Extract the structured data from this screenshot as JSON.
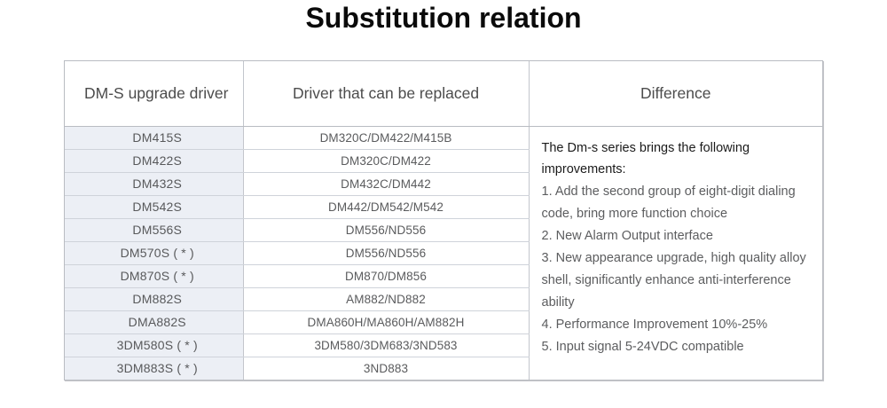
{
  "page": {
    "title": "Substitution relation"
  },
  "table": {
    "headers": [
      "DM-S upgrade driver",
      "Driver that can be replaced",
      "Difference"
    ],
    "rows": [
      {
        "model": "DM415S",
        "replaced": "DM320C/DM422/M415B"
      },
      {
        "model": "DM422S",
        "replaced": "DM320C/DM422"
      },
      {
        "model": "DM432S",
        "replaced": "DM432C/DM442"
      },
      {
        "model": "DM542S",
        "replaced": "DM442/DM542/M542"
      },
      {
        "model": "DM556S",
        "replaced": "DM556/ND556"
      },
      {
        "model": "DM570S ( * )",
        "replaced": "DM556/ND556"
      },
      {
        "model": "DM870S ( * )",
        "replaced": "DM870/DM856"
      },
      {
        "model": "DM882S",
        "replaced": "AM882/ND882"
      },
      {
        "model": "DMA882S",
        "replaced": "DMA860H/MA860H/AM882H"
      },
      {
        "model": "3DM580S ( * )",
        "replaced": "3DM580/3DM683/3ND583"
      },
      {
        "model": "3DM883S ( * )",
        "replaced": "3ND883"
      }
    ],
    "difference": {
      "lead": "The Dm-s series brings the following improvements:",
      "items": [
        "1. Add the second group of eight-digit dialing code, bring more function choice",
        "2. New Alarm Output interface",
        "3. New appearance upgrade, high quality alloy shell, significantly enhance anti-interference ability",
        "4. Performance Improvement 10%-25%",
        "5. Input signal 5-24VDC compatible"
      ]
    }
  },
  "colors": {
    "page_background": "#ffffff",
    "title_text": "#0a0a0a",
    "table_border": "#b9bcc2",
    "row_divider": "#cfd3da",
    "model_column_background": "#eceff5",
    "body_text": "#58595b",
    "lead_text": "#1b1b1b"
  }
}
